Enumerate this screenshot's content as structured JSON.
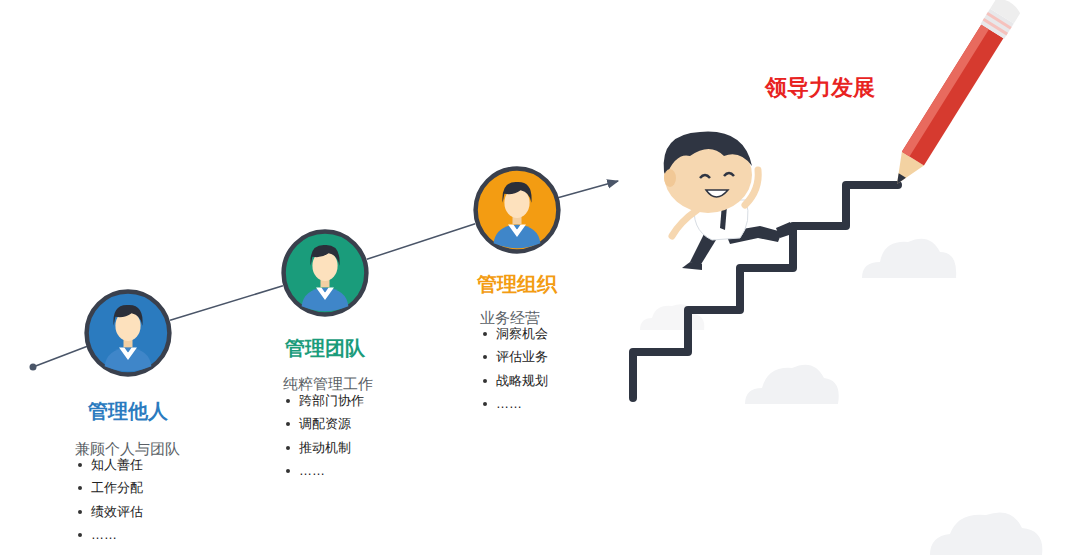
{
  "diagram": {
    "title": "领导力发展",
    "nodes": [
      {
        "text": [
          "管理他人",
          "兼顾个人与团队",
          "知人善任",
          "工作分配",
          "绩效评估",
          "……"
        ]
      },
      {
        "text": [
          "管理团队",
          "纯粹管理工作",
          "跨部门协作",
          "调配资源",
          "推动机制",
          "……"
        ]
      },
      {
        "text": [
          "管理组织",
          "业务经营",
          "洞察机会",
          "评估业务",
          "战略规划",
          "……"
        ]
      }
    ],
    "edges": [
      {
        "from": 0,
        "to": 1,
        "arrow": "none"
      },
      {
        "from": 1,
        "to": 2,
        "arrow": "none"
      }
    ]
  }
}
